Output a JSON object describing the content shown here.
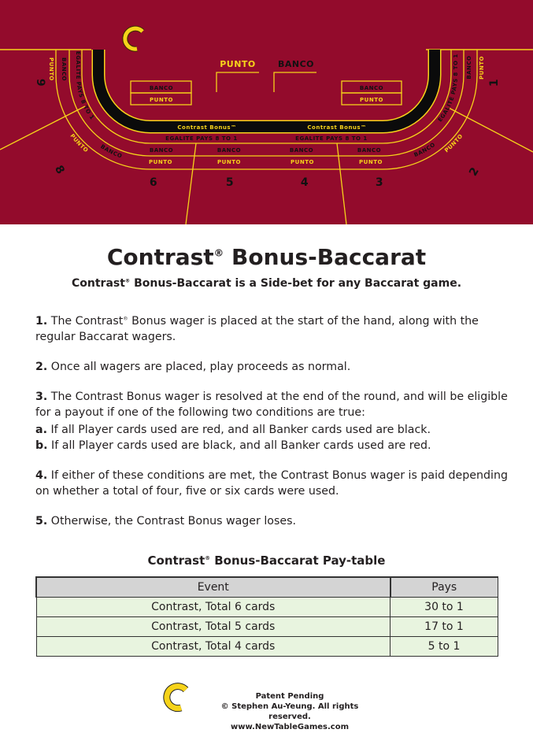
{
  "felt": {
    "colors": {
      "felt": "#930b2c",
      "line": "#f6d31a",
      "band": "#0b0b0b"
    },
    "punto": "PUNTO",
    "banco": "BANCO",
    "contrast_bonus": "Contrast Bonus™",
    "egalite": "EGALITE PAYS 8 TO 1",
    "seat_numbers": [
      "1",
      "2",
      "3",
      "4",
      "5",
      "6",
      "8",
      "9"
    ]
  },
  "title": "Contrast",
  "title_rest": " Bonus-Baccarat",
  "reg": "®",
  "subtitle_a": "Contrast",
  "subtitle_b": " Bonus-Baccarat is a Side-bet for any Baccarat game.",
  "rules": [
    {
      "num": "1.",
      "text_a": " The Contrast",
      "text_b": " Bonus wager is placed at the start of the hand, along with the regular Baccarat wagers."
    },
    {
      "num": "2.",
      "text": " Once all wagers are placed, play proceeds as normal."
    },
    {
      "num": "3.",
      "text": " The Contrast Bonus wager is resolved at the end of the round, and will be eligible for a payout if one of the following two conditions are true:"
    },
    {
      "num": "a.",
      "text": " If all Player cards used are red, and all Banker cards used are black."
    },
    {
      "num": "b.",
      "text": " If all Player cards used are black, and all Banker cards used are red."
    },
    {
      "num": "4.",
      "text": " If either of these conditions are met, the Contrast Bonus wager is paid depending on whether a total of four, five or six cards were used."
    },
    {
      "num": "5.",
      "text": " Otherwise, the Contrast Bonus wager loses."
    }
  ],
  "paytable": {
    "title_a": "Contrast",
    "title_b": " Bonus-Baccarat Pay-table",
    "headers": [
      "Event",
      "Pays"
    ],
    "rows": [
      [
        "Contrast, Total 6 cards",
        "30 to 1"
      ],
      [
        "Contrast, Total 5 cards",
        "17 to 1"
      ],
      [
        "Contrast, Total 4 cards",
        "5 to 1"
      ]
    ]
  },
  "footer": {
    "line1": "Patent Pending",
    "line2": "© Stephen Au-Yeung. All rights reserved.",
    "line3": "www.NewTableGames.com"
  }
}
